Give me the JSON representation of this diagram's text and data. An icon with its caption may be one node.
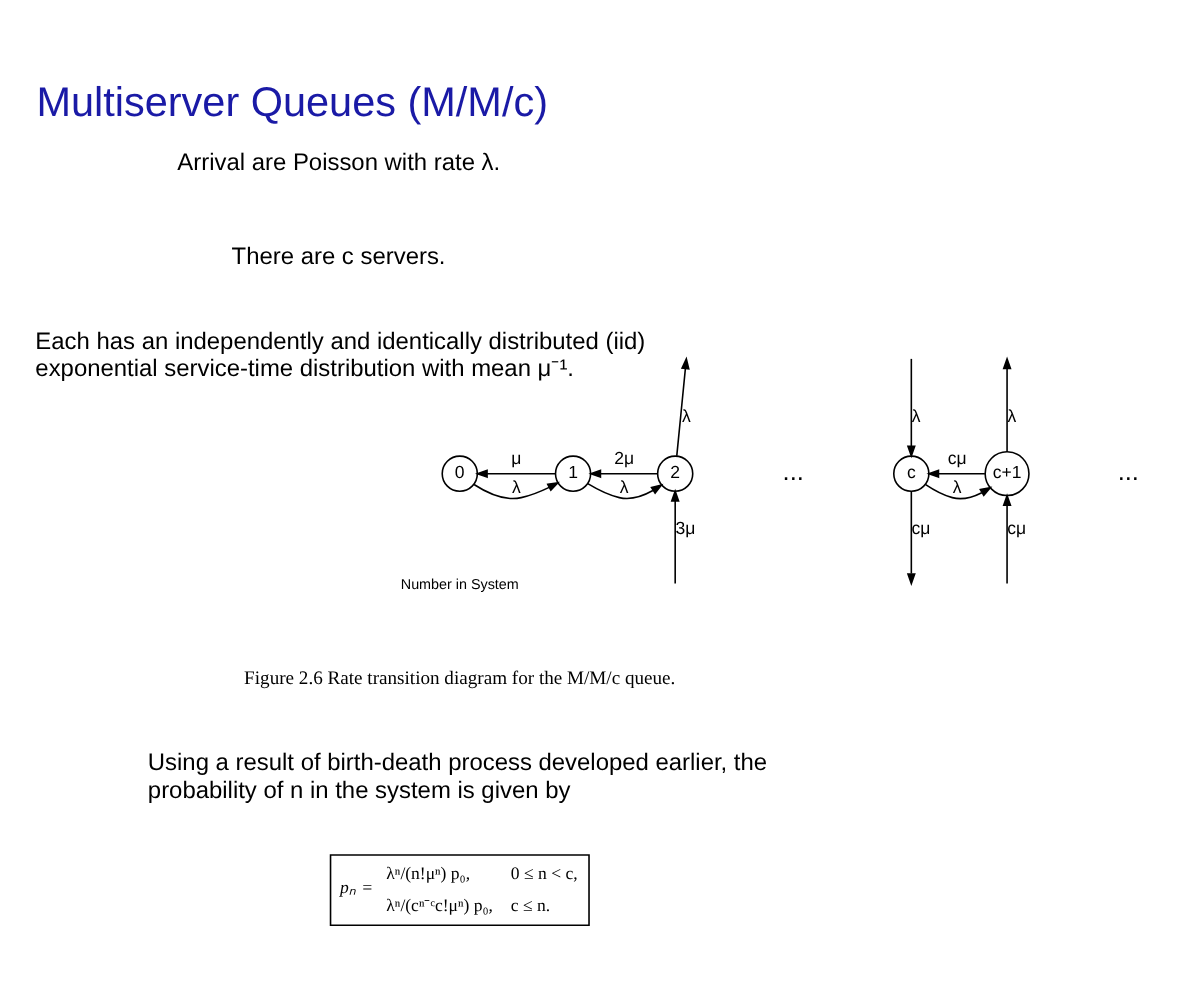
{
  "diagram": {
    "title": "Multiserver Queues (M/M/c)",
    "caption": "Figure 2.6 Rate transition diagram for the M/M/c queue.",
    "nodes": [
      {
        "text": [
          "0"
        ]
      },
      {
        "text": [
          "1"
        ]
      },
      {
        "text": [
          "2"
        ]
      },
      {
        "text": [
          "c"
        ]
      },
      {
        "text": [
          "c+1"
        ]
      }
    ],
    "edges": [
      {
        "from": 0,
        "to": 1,
        "arrow": "to",
        "label": "λ"
      },
      {
        "from": 1,
        "to": 0,
        "arrow": "to",
        "label": "μ"
      },
      {
        "from": 1,
        "to": 2,
        "arrow": "to",
        "label": "λ"
      },
      {
        "from": 2,
        "to": 1,
        "arrow": "to",
        "label": "2μ"
      },
      {
        "from": 2,
        "to": null,
        "arrow": "to",
        "label": "λ"
      },
      {
        "from": null,
        "to": 2,
        "arrow": "to",
        "label": "3μ"
      },
      {
        "from": null,
        "to": 3,
        "arrow": "to",
        "label": "λ"
      },
      {
        "from": 3,
        "to": null,
        "arrow": "to",
        "label": "cμ"
      },
      {
        "from": 3,
        "to": 4,
        "arrow": "to",
        "label": "λ"
      },
      {
        "from": 4,
        "to": 3,
        "arrow": "to",
        "label": "cμ"
      },
      {
        "from": 4,
        "to": null,
        "arrow": "to",
        "label": "λ"
      },
      {
        "from": null,
        "to": 4,
        "arrow": "to",
        "label": "cμ"
      }
    ],
    "labels": [
      "Arrival are Poisson with rate λ.",
      "There are c servers.",
      "Each has an independently and identically distributed (iid) exponential service-time distribution with mean μ⁻¹.",
      "...",
      "...",
      "Number in System",
      "Using a result of birth-death process developed earlier, the probability of n in the system is given by",
      "pₙ =",
      "λⁿ/(n!μⁿ) p₀,",
      "0 ≤ n < c,",
      "λⁿ/(cⁿ⁻ᶜc!μⁿ) p₀,",
      "c ≤ n."
    ]
  }
}
